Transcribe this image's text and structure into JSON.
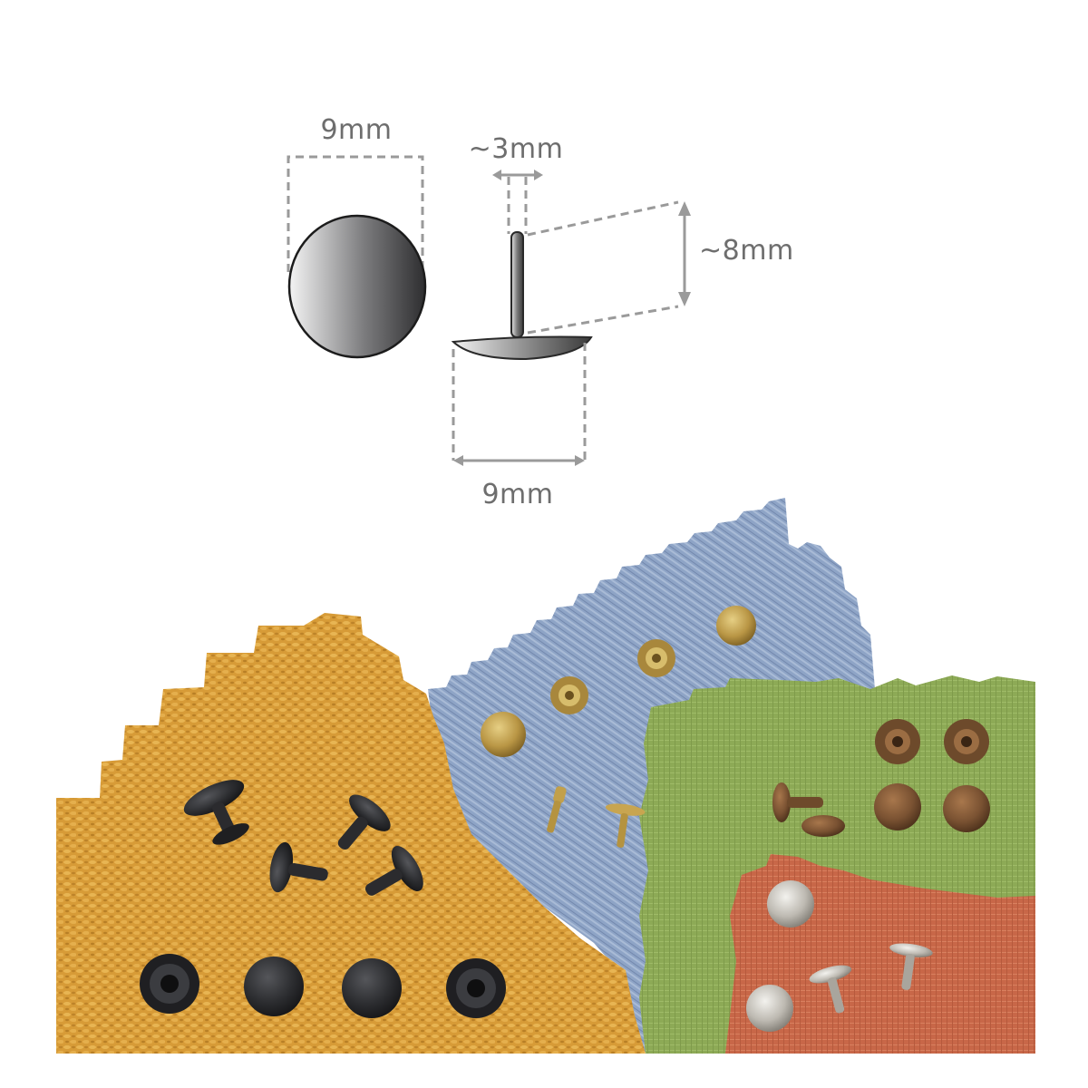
{
  "diagram": {
    "labels": {
      "head_width_top": "9mm",
      "stem_width": "~3mm",
      "stem_height": "~8mm",
      "head_width_bottom": "9mm"
    }
  },
  "photo": {
    "fabric_swatches": [
      {
        "name": "orange-burlap",
        "color": "#d9a03c"
      },
      {
        "name": "blue-denim",
        "color": "#8fa3c4"
      },
      {
        "name": "green-linen",
        "color": "#8fa957"
      },
      {
        "name": "terracotta-linen",
        "color": "#c9694a"
      }
    ],
    "rivet_finishes": [
      {
        "name": "black",
        "color": "#2b2b2d"
      },
      {
        "name": "brass",
        "color": "#b79645"
      },
      {
        "name": "antique-bronze",
        "color": "#7a5533"
      },
      {
        "name": "nickel",
        "color": "#bdbab4"
      }
    ]
  }
}
